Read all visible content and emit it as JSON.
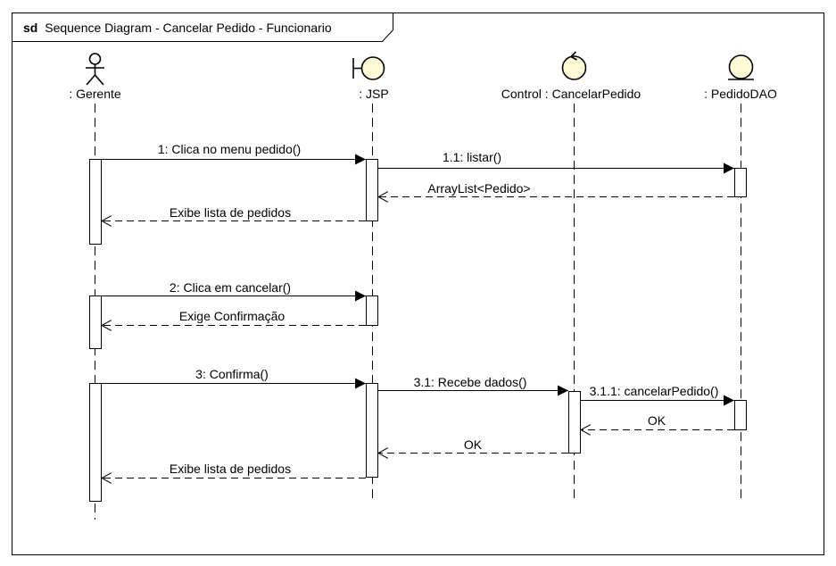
{
  "frame": {
    "keyword": "sd",
    "title": "Sequence Diagram - Cancelar Pedido - Funcionario"
  },
  "colors": {
    "stroke": "#000000",
    "head_fill": "#fffbd6",
    "background": "#ffffff"
  },
  "participants": [
    {
      "id": "gerente",
      "label": ": Gerente",
      "icon": "actor-icon"
    },
    {
      "id": "jsp",
      "label": ": JSP",
      "icon": "boundary-icon"
    },
    {
      "id": "control",
      "label": "Control : CancelarPedido",
      "icon": "control-icon"
    },
    {
      "id": "dao",
      "label": ": PedidoDAO",
      "icon": "entity-icon"
    }
  ],
  "messages": [
    {
      "id": "m1",
      "label": "1: Clica no menu pedido()",
      "from": "gerente",
      "to": "jsp",
      "kind": "sync"
    },
    {
      "id": "m1_1",
      "label": "1.1: listar()",
      "from": "jsp",
      "to": "dao",
      "kind": "sync"
    },
    {
      "id": "m1_1r",
      "label": "ArrayList<Pedido>",
      "from": "dao",
      "to": "jsp",
      "kind": "reply"
    },
    {
      "id": "m1r",
      "label": "Exibe lista de pedidos",
      "from": "jsp",
      "to": "gerente",
      "kind": "reply"
    },
    {
      "id": "m2",
      "label": "2: Clica em cancelar()",
      "from": "gerente",
      "to": "jsp",
      "kind": "sync"
    },
    {
      "id": "m2r",
      "label": "Exige Confirmação",
      "from": "jsp",
      "to": "gerente",
      "kind": "reply"
    },
    {
      "id": "m3",
      "label": "3: Confirma()",
      "from": "gerente",
      "to": "jsp",
      "kind": "sync"
    },
    {
      "id": "m3_1",
      "label": "3.1: Recebe dados()",
      "from": "jsp",
      "to": "control",
      "kind": "sync"
    },
    {
      "id": "m3_1_1",
      "label": "3.1.1: cancelarPedido()",
      "from": "control",
      "to": "dao",
      "kind": "sync"
    },
    {
      "id": "m3_1_1r",
      "label": "OK",
      "from": "dao",
      "to": "control",
      "kind": "reply"
    },
    {
      "id": "m3_1r",
      "label": "OK",
      "from": "control",
      "to": "jsp",
      "kind": "reply"
    },
    {
      "id": "m3r",
      "label": "Exibe lista de pedidos",
      "from": "jsp",
      "to": "gerente",
      "kind": "reply"
    }
  ]
}
